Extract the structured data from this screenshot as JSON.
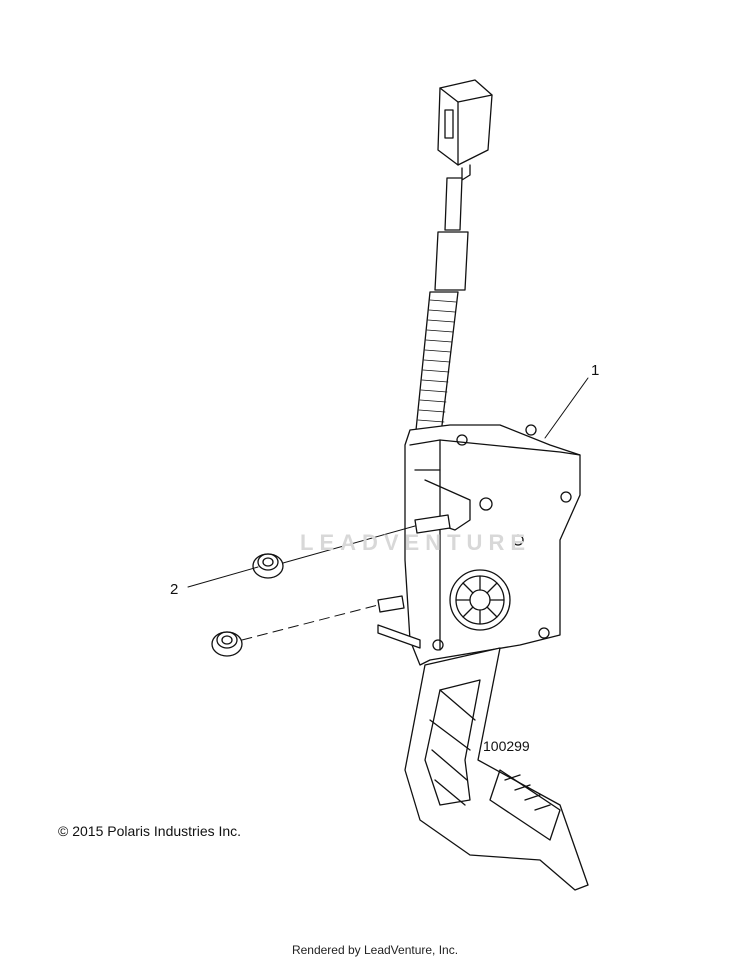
{
  "callouts": {
    "part_1": "1",
    "part_2": "2"
  },
  "figure_id": "100299",
  "copyright": "© 2015 Polaris Industries Inc.",
  "footer": "Rendered by LeadVenture, Inc.",
  "watermark": "LEADVENTURE",
  "colors": {
    "line": "#111111",
    "watermark": "#d8d8d8"
  }
}
